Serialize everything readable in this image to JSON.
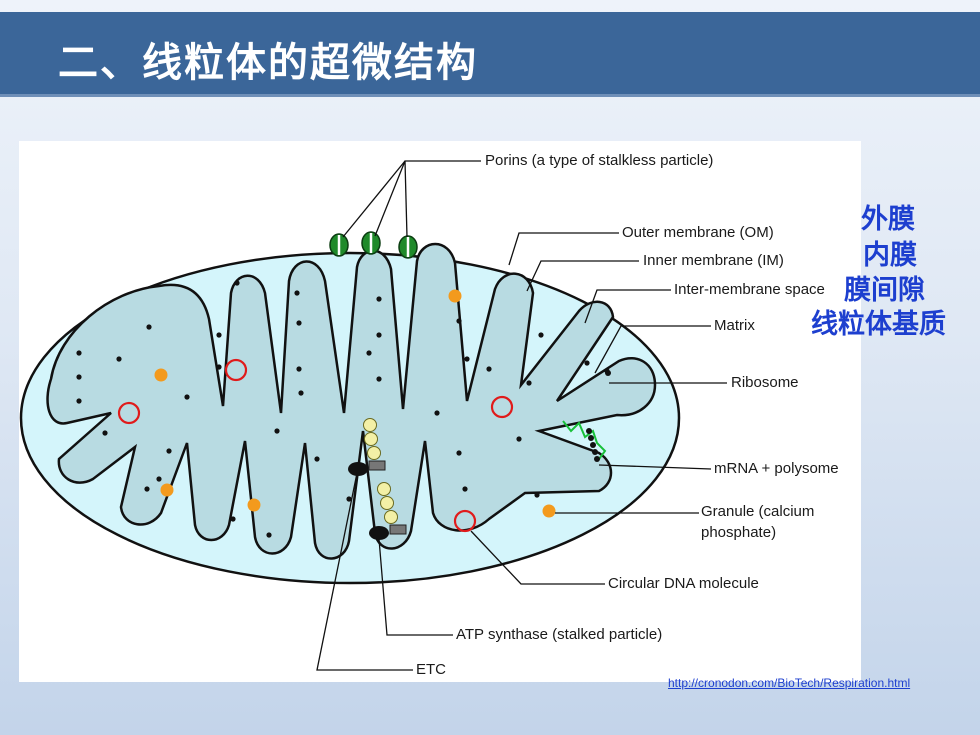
{
  "slide": {
    "title": "二、线粒体的超微结构"
  },
  "diagram": {
    "labels": {
      "porins": "Porins (a type of stalkless particle)",
      "outer_membrane": "Outer membrane (OM)",
      "inner_membrane": "Inner membrane (IM)",
      "intermembrane_space": "Inter-membrane space",
      "matrix": "Matrix",
      "ribosome": "Ribosome",
      "mrna": "mRNA + polysome",
      "granule_line1": "Granule (calcium",
      "granule_line2": "phosphate)",
      "circular_dna": "Circular DNA molecule",
      "atp_synthase": "ATP synthase (stalked particle)",
      "etc": "ETC"
    },
    "colors": {
      "matrix_fill": "#b8dbe2",
      "space_fill": "#d4f5fb",
      "porin_green": "#1f8a2a",
      "granule_orange": "#f39a1d",
      "dna_red": "#e01b1b",
      "chain_yellow": "#f3f0a6",
      "mrna_green": "#19c03a",
      "label_blue": "#1d3fcf"
    }
  },
  "chinese_labels": {
    "outer": "外膜",
    "inner": "内膜",
    "space": "膜间隙",
    "matrix": "线粒体基质"
  },
  "source": {
    "url": "http://cronodon.com/BioTech/Respiration.html"
  }
}
